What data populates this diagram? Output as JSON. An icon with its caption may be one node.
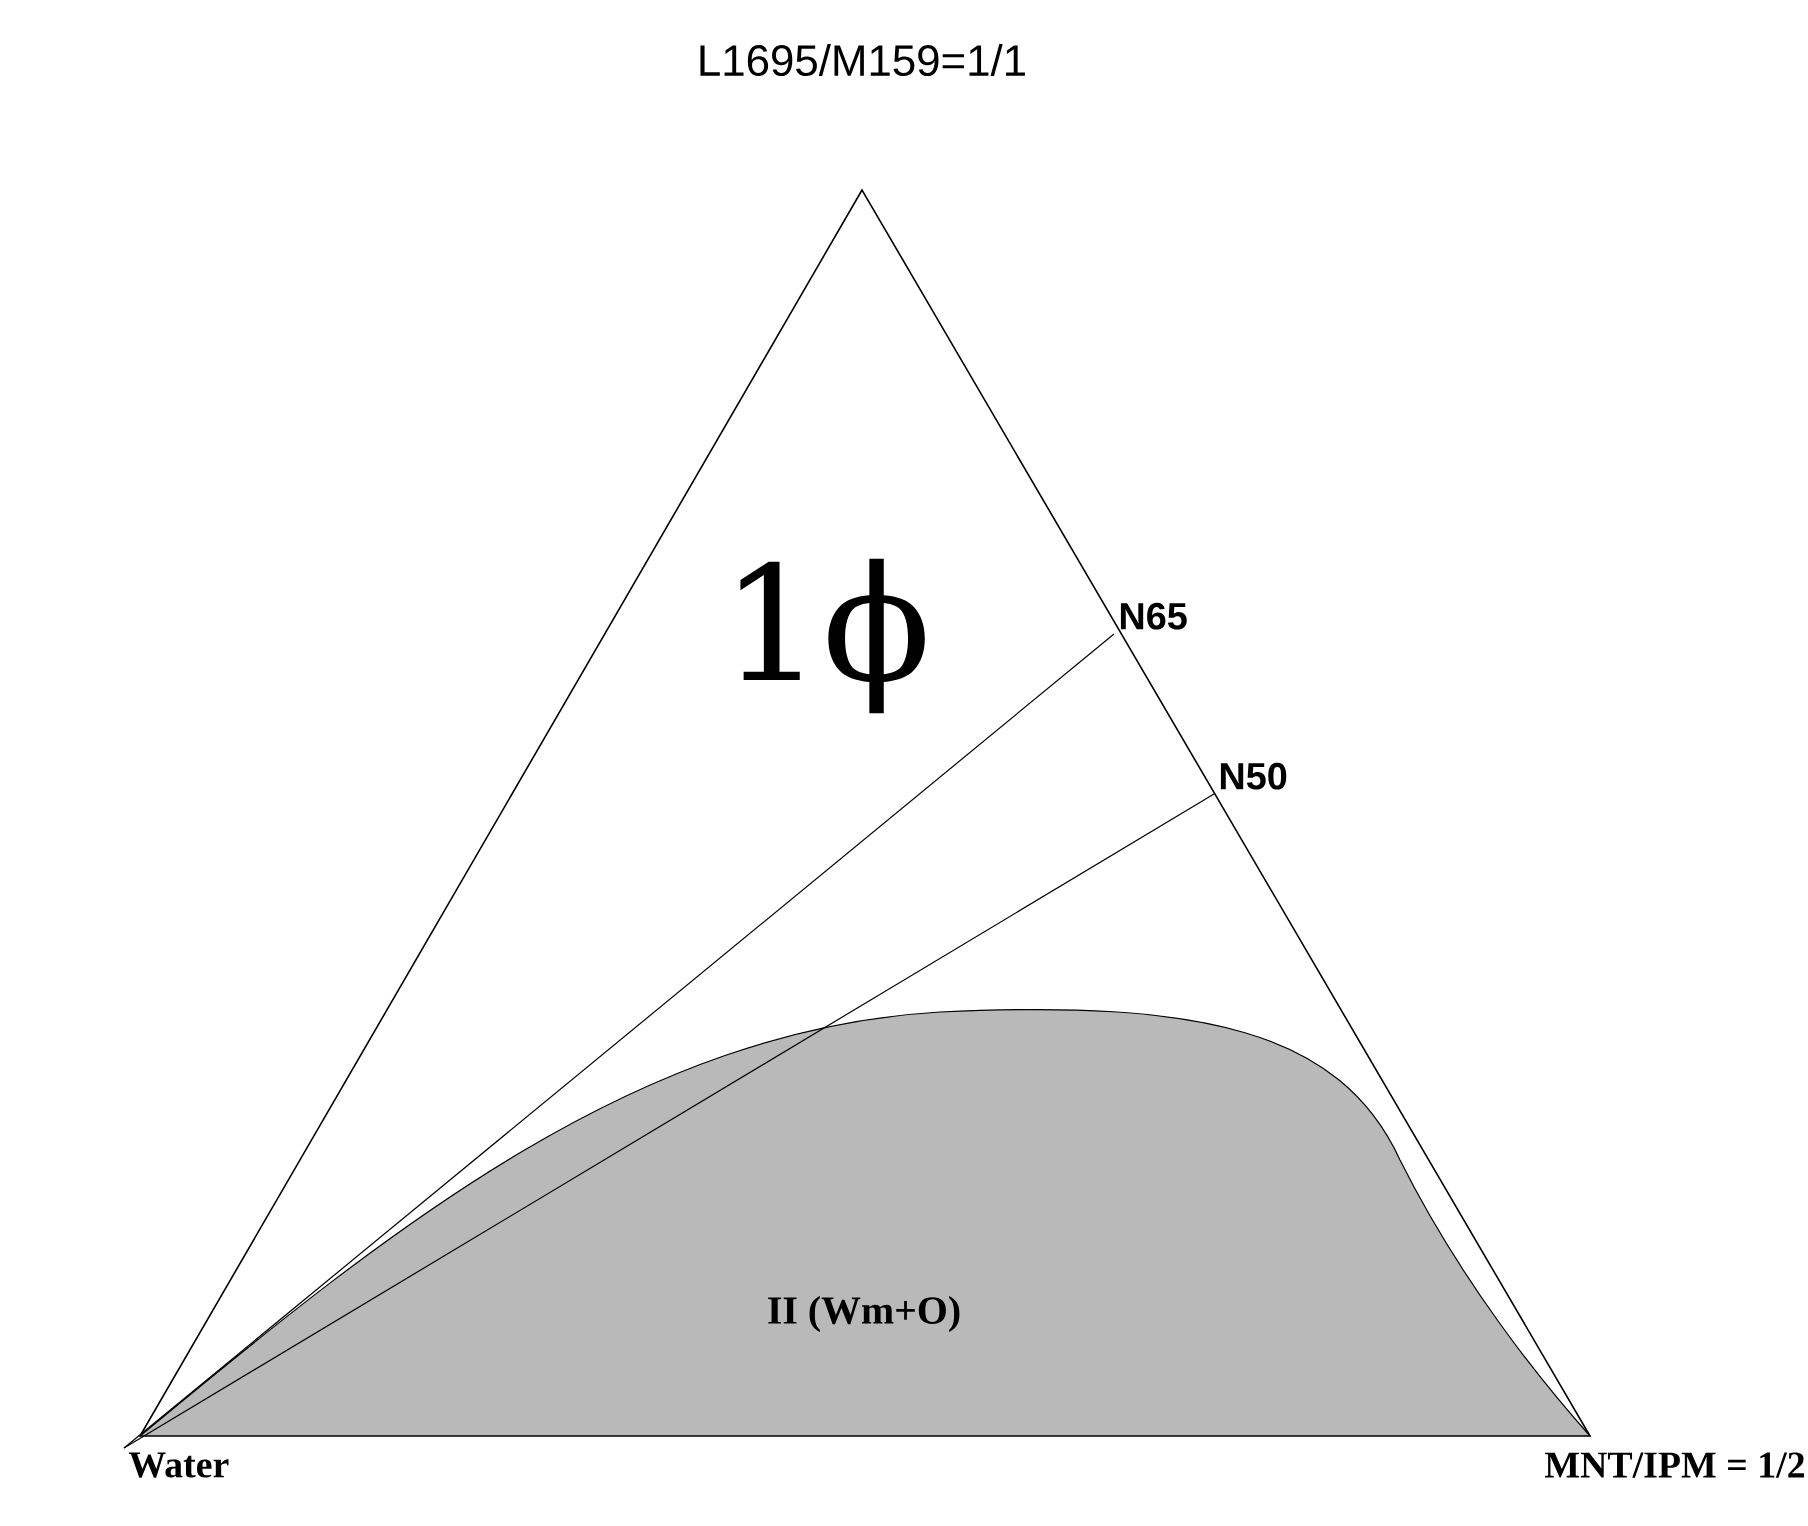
{
  "diagram": {
    "nodes": [
      {
        "text": [
          "L1695/M159=1/1"
        ]
      },
      {
        "text": [
          "Water"
        ]
      },
      {
        "text": [
          "MNT/IPM = 1/2"
        ]
      },
      {
        "text": [
          "N65"
        ]
      },
      {
        "text": [
          "N50"
        ]
      }
    ],
    "edges": [
      {
        "from": 1,
        "to": 3,
        "arrow": "none"
      },
      {
        "from": 1,
        "to": 4,
        "arrow": "none"
      }
    ],
    "labels": [
      "1ϕ",
      "II (Wm+O)"
    ]
  }
}
